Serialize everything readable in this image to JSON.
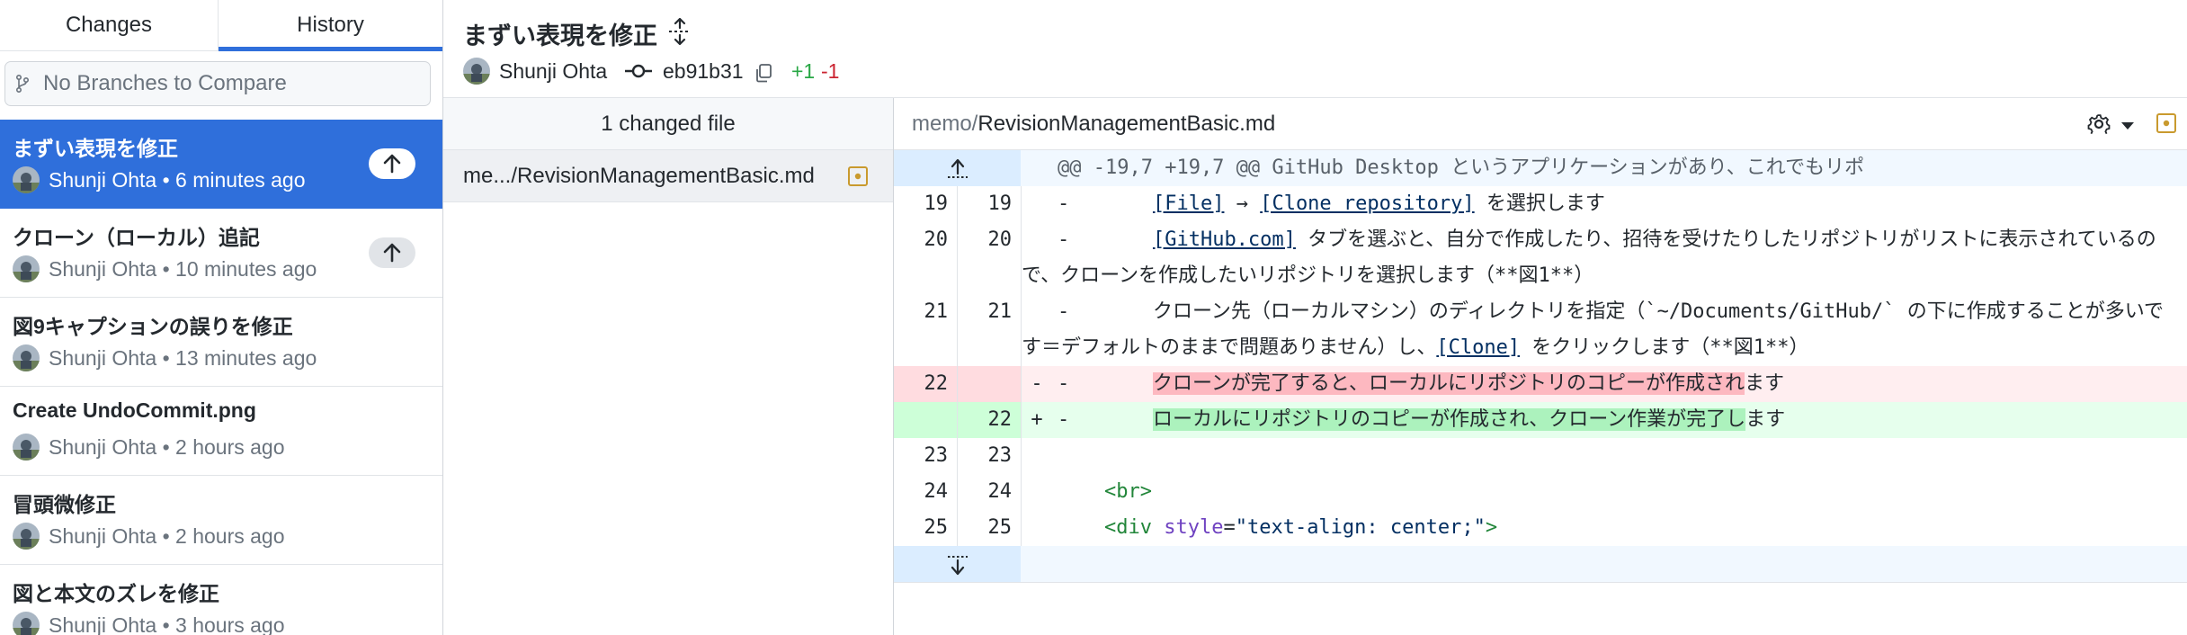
{
  "sidebar": {
    "tabs": [
      {
        "label": "Changes",
        "active": false
      },
      {
        "label": "History",
        "active": true
      }
    ],
    "branch_compare": {
      "placeholder": "No Branches to Compare",
      "icon": "git-branch-icon"
    },
    "commits": [
      {
        "title": "まずい表現を修正",
        "meta": "Shunji Ohta • 6 minutes ago",
        "selected": true,
        "unpushed": true
      },
      {
        "title": "クローン（ローカル）追記",
        "meta": "Shunji Ohta • 10 minutes ago",
        "selected": false,
        "unpushed": true
      },
      {
        "title": "図9キャプションの誤りを修正",
        "meta": "Shunji Ohta • 13 minutes ago",
        "selected": false,
        "unpushed": false
      },
      {
        "title": "Create UndoCommit.png",
        "meta": "Shunji Ohta • 2 hours ago",
        "selected": false,
        "unpushed": false
      },
      {
        "title": "冒頭微修正",
        "meta": "Shunji Ohta • 2 hours ago",
        "selected": false,
        "unpushed": false
      },
      {
        "title": "図と本文のズレを修正",
        "meta": "Shunji Ohta • 3 hours ago",
        "selected": false,
        "unpushed": false
      }
    ]
  },
  "header": {
    "summary": "まずい表現を修正",
    "author": "Shunji Ohta",
    "sha": "eb91b31",
    "additions": "+1",
    "deletions": "-1"
  },
  "files": {
    "header": "1 changed file",
    "items": [
      {
        "name": "me.../RevisionManagementBasic.md",
        "status": "modified"
      }
    ]
  },
  "diff": {
    "path_dir": "memo/",
    "path_file": "RevisionManagementBasic.md",
    "hunk_header": "@@ -19,7 +19,7 @@ GitHub Desktop というアプリケーションがあり、これでもリポ",
    "lines": {
      "l19": {
        "old": "19",
        "new": "19",
        "a": "-       ",
        "b": "[File]",
        "c": " → ",
        "d": "[Clone repository]",
        "e": " を選択します"
      },
      "l20": {
        "old": "20",
        "new": "20",
        "a": "-       ",
        "b": "[GitHub.com]",
        "c": " タブを選ぶと、自分で作成したり、招待を受けたりしたリポジトリがリストに表示されているの",
        "d": "で、クローンを作成したいリポジトリを選択します（**図1**）"
      },
      "l21": {
        "old": "21",
        "new": "21",
        "a": "-       クローン先（ローカルマシン）のディレクトリを指定（`~/Documents/GitHub/` の下に作成することが多いで",
        "b": "す＝デフォルトのままで問題ありません）し、",
        "c": "[Clone]",
        "d": " をクリックします（**図1**）"
      },
      "l22del": {
        "old": "22",
        "marker": "-",
        "prefix": "-       ",
        "changed": "クローンが完了すると、ローカルにリポジトリのコピーが作成され",
        "rest": "ます"
      },
      "l22add": {
        "new": "22",
        "marker": "+",
        "prefix": "-       ",
        "changed": "ローカルにリポジトリのコピーが作成され、クローン作業が完了し",
        "rest": "ます"
      },
      "l23": {
        "old": "23",
        "new": "23",
        "text": ""
      },
      "l24": {
        "old": "24",
        "new": "24",
        "tag": "<br>"
      },
      "l25": {
        "old": "25",
        "new": "25",
        "open": "<div ",
        "attr": "style",
        "eq": "=",
        "val": "\"text-align: center;\"",
        "close": ">"
      }
    }
  },
  "colors": {
    "accent": "#2f6fdb",
    "added": "#28a745",
    "deleted": "#cb2431",
    "modified_status": "#c99a2e"
  }
}
